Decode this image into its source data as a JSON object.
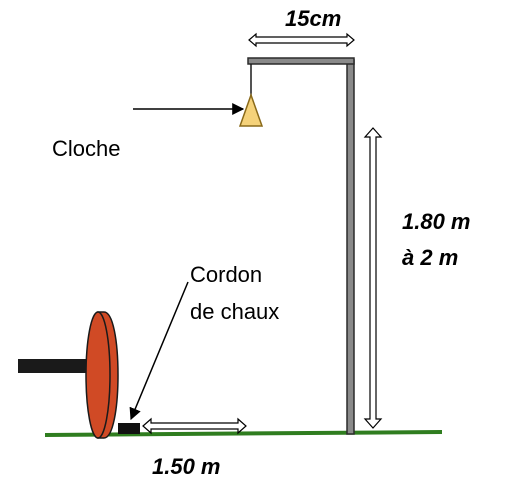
{
  "labels": {
    "bell": "Cloche",
    "lime_line_1": "Cordon",
    "lime_line_2": "de chaux",
    "width": "15cm",
    "height_line_1": "1.80 m",
    "height_line_2": "à 2 m",
    "distance": "1.50 m"
  },
  "colors": {
    "ground": "#2f7d1f",
    "bell": "#f5d27a",
    "wheel": "#d04a25",
    "post": "#6e6e6e"
  }
}
